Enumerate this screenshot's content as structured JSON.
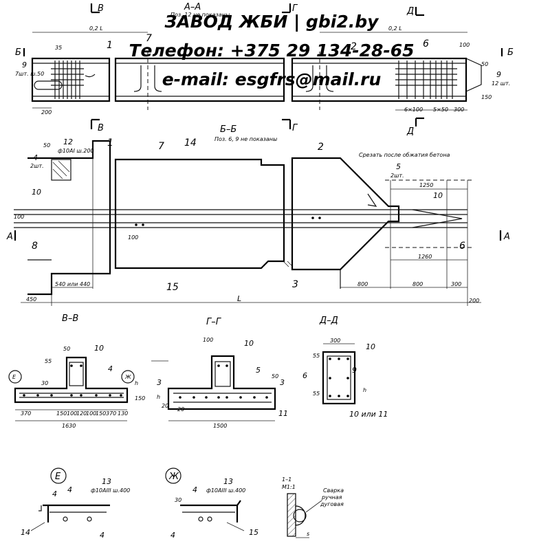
{
  "watermark": {
    "line1": "ЗАВОД ЖБИ | gbi2.by",
    "line2": "Телефон: +375 29 134-28-65",
    "line3": "e-mail: esgfrs@mail.ru"
  },
  "top_view": {
    "section_aa": "А–А",
    "section_aa_note": "Поз. 12 не показаны",
    "cut_v": "В",
    "cut_g": "Г",
    "cut_d": "Д",
    "cut_b": "Б",
    "dim_02l_left": "0,2 L",
    "dim_02l_right": "0,2 L",
    "dim_35": "35",
    "dim_200": "200",
    "pos_9_left": "9",
    "pos_9_left_note": "7шт. ш.50",
    "pos_1": "1",
    "pos_7": "7",
    "pos_2": "2",
    "pos_6": "6",
    "pos_9_right": "9",
    "pos_9_right_note": "12 шт.",
    "dim_6x100": "6×100",
    "dim_5x50": "5×50",
    "dim_300": "300",
    "dim_100": "100",
    "dim_50": "50",
    "dim_150": "150"
  },
  "long_section": {
    "title": "Б–Б",
    "note": "Поз. 6, 9 не показаны",
    "cut_note": "Срезать после обжатия бетона",
    "dim_50": "50",
    "pos_12": "12",
    "pos_12_note": "ф10АI ш.200",
    "pos_1": "1",
    "pos_7": "7",
    "pos_14": "14",
    "pos_2": "2",
    "pos_4": "4",
    "pos_4_note": "2шт.",
    "pos_5": "5",
    "pos_5_note": "2шт.",
    "pos_10_left": "10",
    "pos_10_right": "10",
    "dim_1250": "1250",
    "dim_1260": "1260",
    "dim_100_left": "100",
    "dim_100_mid": "100",
    "cut_a": "А",
    "pos_8": "8",
    "pos_6": "6",
    "pos_15": "15",
    "pos_3": "3",
    "dim_540": "540 или 440",
    "dim_450": "450",
    "dim_L": "L",
    "dim_800a": "800",
    "dim_800b": "800",
    "dim_300": "300",
    "dim_200": "200"
  },
  "section_vv": {
    "title": "В–В",
    "dim_50": "50",
    "dim_55": "55",
    "dim_30": "30",
    "pos_10": "10",
    "pos_4": "4",
    "callout_e": "Е",
    "callout_zh": "Ж",
    "dim_h": "h",
    "dim_150": "150",
    "dims_bottom": [
      "370",
      "150",
      "100",
      "120",
      "100",
      "150",
      "370",
      "130"
    ],
    "dim_1630": "1630"
  },
  "section_gg": {
    "title": "Г–Г",
    "dim_100": "100",
    "pos_10": "10",
    "pos_3_left": "3",
    "pos_3_right": "3",
    "pos_5": "5",
    "dim_50": "50",
    "dim_h": "h",
    "dim_20": "20",
    "dim_20b": "20",
    "pos_11": "11",
    "dim_1500": "1500"
  },
  "section_dd": {
    "title": "Д–Д",
    "dim_300": "300",
    "dim_55_top": "55",
    "dim_55_bot": "55",
    "pos_10": "10",
    "pos_6": "6",
    "pos_9": "9",
    "dim_h": "h",
    "pos_10_or_11": "10 или 11"
  },
  "detail_e": {
    "title": "Е",
    "pos_4a": "4",
    "pos_4b": "4",
    "pos_4c": "4",
    "pos_13": "13",
    "note": "ф10АIII ш.400",
    "pos_14": "14"
  },
  "detail_zh": {
    "title": "Ж",
    "dim_30": "30",
    "pos_4a": "4",
    "pos_4b": "4",
    "pos_13": "13",
    "note": "ф10АIII ш.400",
    "pos_15": "15"
  },
  "detail_11": {
    "title": "1–1",
    "scale": "М1:1",
    "note_line1": "Сварка",
    "note_line2": "ручная",
    "note_line3": "дуговая",
    "dim_s": "s"
  }
}
